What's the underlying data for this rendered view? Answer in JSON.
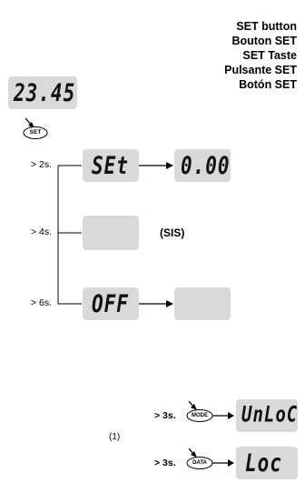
{
  "headings": [
    "SET button",
    "Bouton SET",
    "SET Taste",
    "Pulsante SET",
    "Botón SET"
  ],
  "initial_display": "23.45",
  "set_key_label": "SET",
  "rows": [
    {
      "time": "> 2s.",
      "display1": "SEt",
      "display2": "0.00"
    },
    {
      "time": "> 4s.",
      "display1": "",
      "note": "(SIS)"
    },
    {
      "time": "> 6s.",
      "display1": "OFF",
      "display2": ""
    }
  ],
  "footnote": "(1)",
  "lock_rows": [
    {
      "time": "> 3s.",
      "key": "MODE",
      "display": "UnLoC"
    },
    {
      "time": "> 3s.",
      "key": "DATA",
      "display": "Loc"
    }
  ],
  "colors": {
    "lcd_bg": "#d9d9d9",
    "line": "#000000"
  }
}
